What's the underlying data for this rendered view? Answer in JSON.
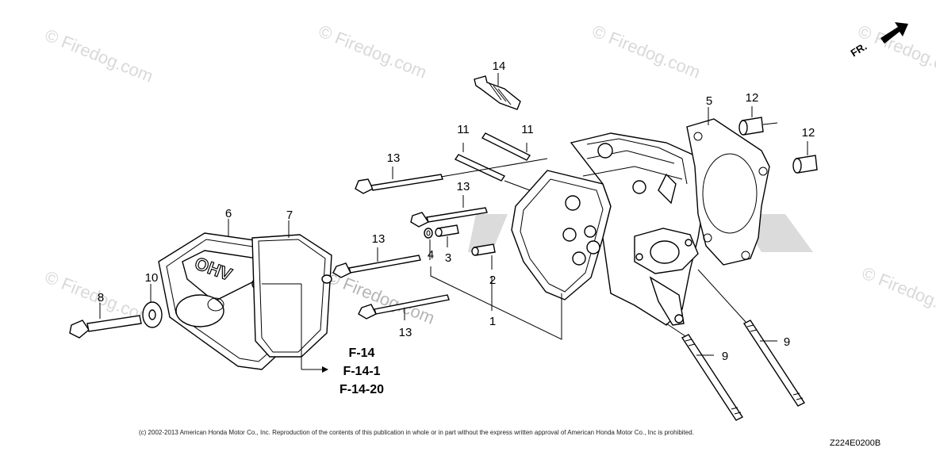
{
  "watermarks": [
    "© Firedog.com",
    "© Firedog.com",
    "© Firedog.com",
    "© Firedog.com",
    "© Firedog.com",
    "© Firedog.com",
    "© Firedog.com"
  ],
  "orientation_label": "FR.",
  "callouts": {
    "c1": "1",
    "c2": "2",
    "c3": "3",
    "c4": "4",
    "c5": "5",
    "c6": "6",
    "c7": "7",
    "c8": "8",
    "c9a": "9",
    "c9b": "9",
    "c10": "10",
    "c11a": "11",
    "c11b": "11",
    "c12a": "12",
    "c12b": "12",
    "c13a": "13",
    "c13b": "13",
    "c13c": "13",
    "c13d": "13",
    "c14": "14"
  },
  "references": [
    "F-14",
    "F-14-1",
    "F-14-20"
  ],
  "copyright": "(c) 2002-2013 American Honda Motor Co., Inc. Reproduction of the contents of this publication in whole or in part without the express written approval of American Honda Motor Co., Inc is prohibited.",
  "diagram_code": "Z224E0200B",
  "cover_emboss": "OHV"
}
